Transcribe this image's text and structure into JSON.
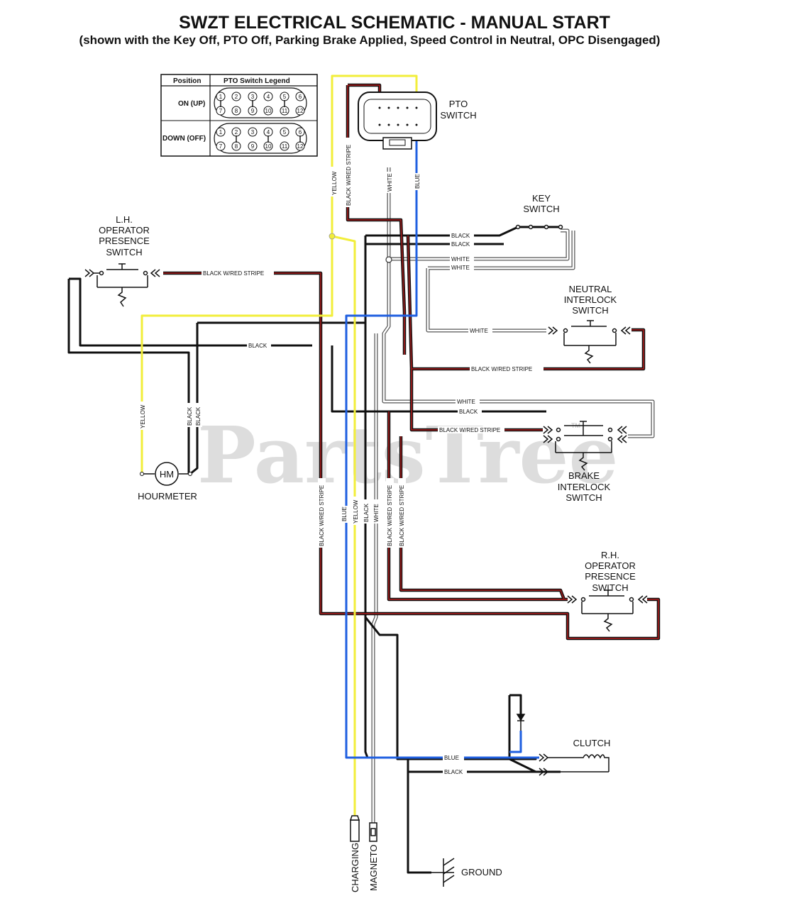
{
  "title": "SWZT ELECTRICAL SCHEMATIC - MANUAL START",
  "subtitle": "(shown with the Key Off, PTO Off, Parking Brake Applied, Speed Control in Neutral, OPC Disengaged)",
  "watermark": "PartsTree",
  "watermark_tm": "TM",
  "legend": {
    "col_position": "Position",
    "col_legend": "PTO Switch Legend",
    "row_on": "ON (UP)",
    "row_down": "DOWN (OFF)",
    "pins_top": [
      "1",
      "2",
      "3",
      "4",
      "5",
      "6"
    ],
    "pins_bottom": [
      "7",
      "8",
      "9",
      "10",
      "11",
      "12"
    ]
  },
  "components": {
    "pto_switch": [
      "PTO",
      "SWITCH"
    ],
    "key_switch": [
      "KEY",
      "SWITCH"
    ],
    "lh_ops": [
      "L.H.",
      "OPERATOR",
      "PRESENCE",
      "SWITCH"
    ],
    "neutral_interlock": [
      "NEUTRAL",
      "INTERLOCK",
      "SWITCH"
    ],
    "brake_interlock": [
      "BRAKE",
      "INTERLOCK",
      "SWITCH"
    ],
    "rh_ops": [
      "R.H.",
      "OPERATOR",
      "PRESENCE",
      "SWITCH"
    ],
    "hourmeter": "HOURMETER",
    "hourmeter_symbol": "HM",
    "clutch": "CLUTCH",
    "ground": "GROUND",
    "charging": "CHARGING",
    "magneto": "MAGNETO"
  },
  "wire_labels": {
    "yellow": "YELLOW",
    "black": "BLACK",
    "white": "WHITE",
    "blue": "BLUE",
    "black_red": "BLACK W/RED STRIPE",
    "black_red_short": "BLACK W/RED STRIPE"
  },
  "colors": {
    "black": "#111111",
    "black_red": "#6b0f0f",
    "yellow": "#f2ee3a",
    "blue": "#1f5fe0",
    "white_outline": "#555555"
  }
}
